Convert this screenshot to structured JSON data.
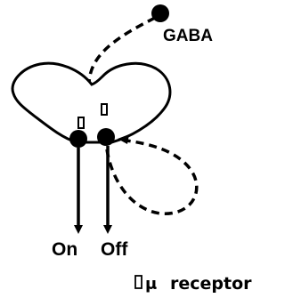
{
  "labels": {
    "gaba": "GABA",
    "on": "On",
    "off": "Off",
    "legend_mu": "μ",
    "legend_receptor": "receptor"
  },
  "colors": {
    "ink": "#000000",
    "paper": "#ffffff"
  }
}
